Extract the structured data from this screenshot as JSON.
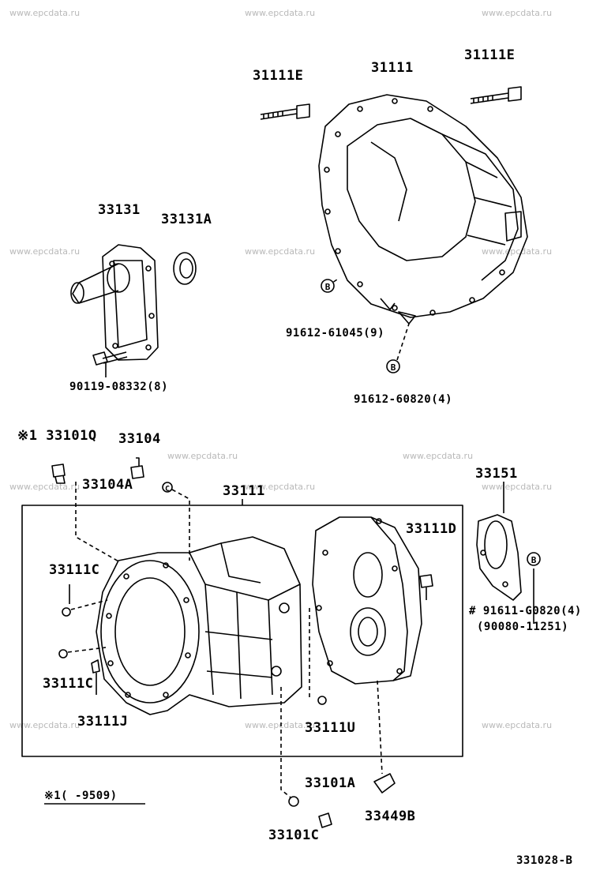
{
  "watermark": "www.epcdata.ru",
  "labels": {
    "l31111E_a": "31111E",
    "l31111": "31111",
    "l31111E_b": "31111E",
    "l33131": "33131",
    "l33131A": "33131A",
    "l91612_61045": "91612-61045(9)",
    "l90119": "90119-08332(8)",
    "l91612_60820": "91612-60820(4)",
    "l33101Q": "※1 33101Q",
    "l33104": "33104",
    "l33104A": "33104A",
    "l31111_case": "33111",
    "l33151": "33151",
    "l33111D": "33111D",
    "l33111C_a": "33111C",
    "l91611": "# 91611-G0820(4)",
    "l90080": "(90080-11251)",
    "l33111C_b": "33111C",
    "l33111J": "33111J",
    "l33111U": "33111U",
    "l33101A": "33101A",
    "l33449B": "33449B",
    "note": "※1(   -9509)",
    "l33101C": "33101C",
    "figure_code": "331028-B"
  },
  "badges": {
    "bolt_marker": "B",
    "clip_marker": "C"
  },
  "colors": {
    "ink": "#000000",
    "watermark": "#b9b9b9",
    "background": "#ffffff"
  }
}
